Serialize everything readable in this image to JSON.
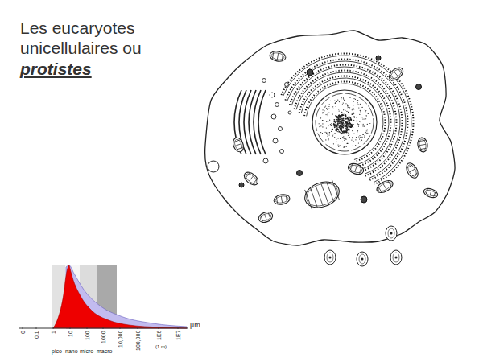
{
  "diagram": {
    "title": "Les eucaryotes unicellulaires ou",
    "labels": [
      "protistes",
      "0",
      "0.1",
      "1",
      "10",
      "100",
      "1000",
      "10,000",
      "100,000",
      "1E6",
      "1E7",
      "µm",
      "pico-",
      "nano-",
      "micro-",
      "macro-",
      "(1 m)"
    ]
  }
}
